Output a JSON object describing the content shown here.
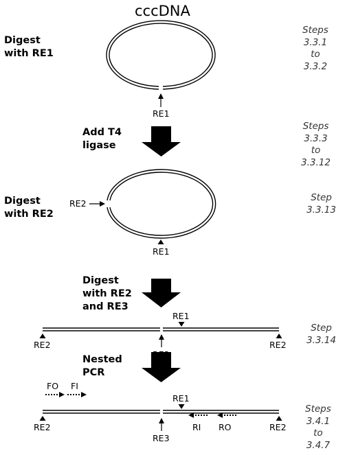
{
  "title": "cccDNA",
  "stages": [
    {
      "text": "Digest\nwith RE1"
    },
    {
      "text": "Add T4\nligase"
    },
    {
      "text": "Digest\nwith RE2"
    },
    {
      "text": "Digest\nwith RE2\nand RE3"
    },
    {
      "text": "Nested\nPCR"
    }
  ],
  "steps": [
    {
      "text": "Steps\n3.3.1\nto\n3.3.2"
    },
    {
      "text": "Steps\n3.3.3\nto\n3.3.12"
    },
    {
      "text": "Step\n3.3.13"
    },
    {
      "text": "Step\n3.3.14"
    },
    {
      "text": "Steps\n3.4.1\nto\n3.4.7"
    }
  ],
  "labels": {
    "re1_a": "RE1",
    "re2_b": "RE2",
    "re1_b": "RE1",
    "re1_c": "RE1",
    "re2_c_left": "RE2",
    "re3_c": "RE3",
    "re2_c_right": "RE2",
    "fo": "FO",
    "fi": "FI",
    "re1_d": "RE1",
    "re2_d_left": "RE2",
    "re3_d": "RE3",
    "ri": "RI",
    "ro": "RO",
    "re2_d_right": "RE2"
  }
}
